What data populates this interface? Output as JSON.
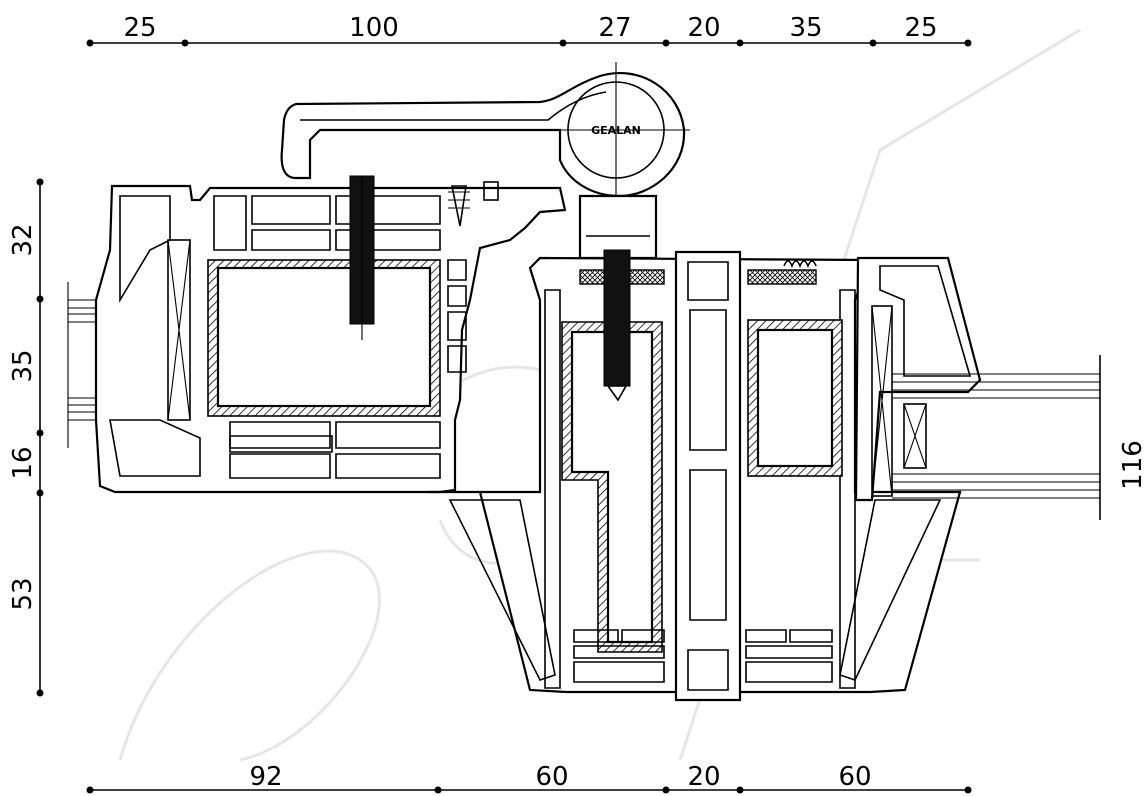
{
  "dimensions": {
    "top": [
      "25",
      "100",
      "27",
      "20",
      "35",
      "25"
    ],
    "bottom": [
      "92",
      "60",
      "20",
      "60"
    ],
    "left": [
      "32",
      "35",
      "16",
      "53"
    ],
    "right": [
      "116"
    ]
  },
  "logo": "GEALAN"
}
